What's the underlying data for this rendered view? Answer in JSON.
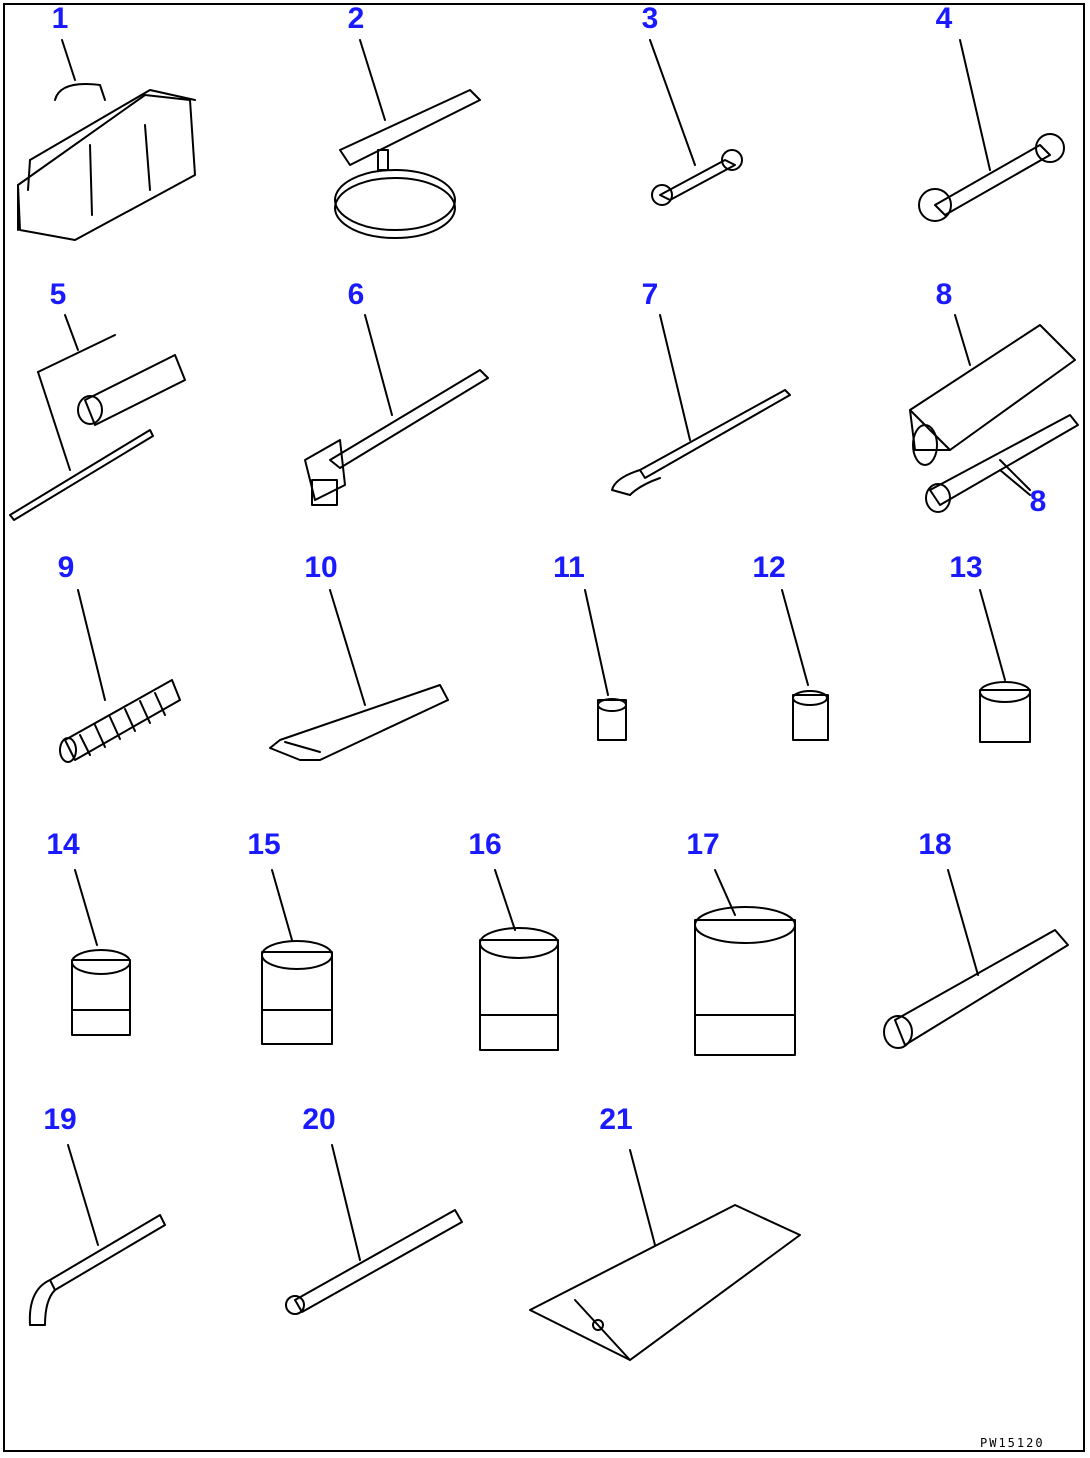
{
  "callouts": [
    {
      "id": "1",
      "label": "1",
      "part": "tool-bag"
    },
    {
      "id": "2",
      "label": "2",
      "part": "filter-wrench"
    },
    {
      "id": "3",
      "label": "3",
      "part": "small-wrench"
    },
    {
      "id": "4",
      "label": "4",
      "part": "large-wrench"
    },
    {
      "id": "5",
      "label": "5",
      "part": "socket-and-bar"
    },
    {
      "id": "6",
      "label": "6",
      "part": "hammer"
    },
    {
      "id": "7",
      "label": "7",
      "part": "pry-bar"
    },
    {
      "id": "8",
      "label": "8",
      "part": "grease-gun"
    },
    {
      "id": "8b",
      "label": "8",
      "part": "grease-gun-nozzle"
    },
    {
      "id": "9",
      "label": "9",
      "part": "spring"
    },
    {
      "id": "10",
      "label": "10",
      "part": "hex-key"
    },
    {
      "id": "11",
      "label": "11",
      "part": "socket-xs"
    },
    {
      "id": "12",
      "label": "12",
      "part": "socket-s"
    },
    {
      "id": "13",
      "label": "13",
      "part": "socket-m"
    },
    {
      "id": "14",
      "label": "14",
      "part": "socket-14"
    },
    {
      "id": "15",
      "label": "15",
      "part": "socket-15"
    },
    {
      "id": "16",
      "label": "16",
      "part": "socket-16"
    },
    {
      "id": "17",
      "label": "17",
      "part": "socket-17"
    },
    {
      "id": "18",
      "label": "18",
      "part": "extension-bar"
    },
    {
      "id": "19",
      "label": "19",
      "part": "l-handle"
    },
    {
      "id": "20",
      "label": "20",
      "part": "universal-joint-bar"
    },
    {
      "id": "21",
      "label": "21",
      "part": "pouch"
    }
  ],
  "drawing_code": "PW15120"
}
